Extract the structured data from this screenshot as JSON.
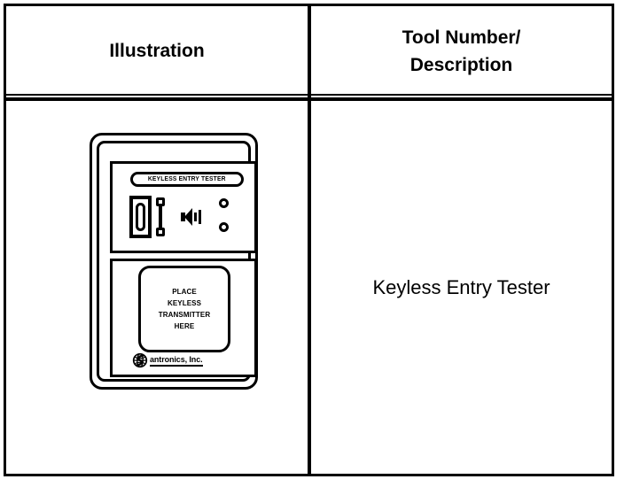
{
  "table": {
    "headers": {
      "illustration": "Illustration",
      "description_line1": "Tool Number/",
      "description_line2": "Description"
    },
    "rows": [
      {
        "description": "Keyless Entry Tester"
      }
    ]
  },
  "device": {
    "badge_label": "KEYLESS ENTRY TESTER",
    "place_instruction": {
      "line1": "PLACE",
      "line2": "KEYLESS",
      "line3": "TRANSMITTER",
      "line4": "HERE"
    },
    "brand": "antronics, Inc.",
    "icons": {
      "speaker": "speaker-icon",
      "led_top": "led-indicator-icon",
      "led_bottom": "led-indicator-icon",
      "probe": "antenna-probe-icon",
      "display": "display-slot-icon",
      "logo": "globe-logo-icon"
    }
  },
  "colors": {
    "ink": "#000000",
    "paper": "#ffffff"
  }
}
